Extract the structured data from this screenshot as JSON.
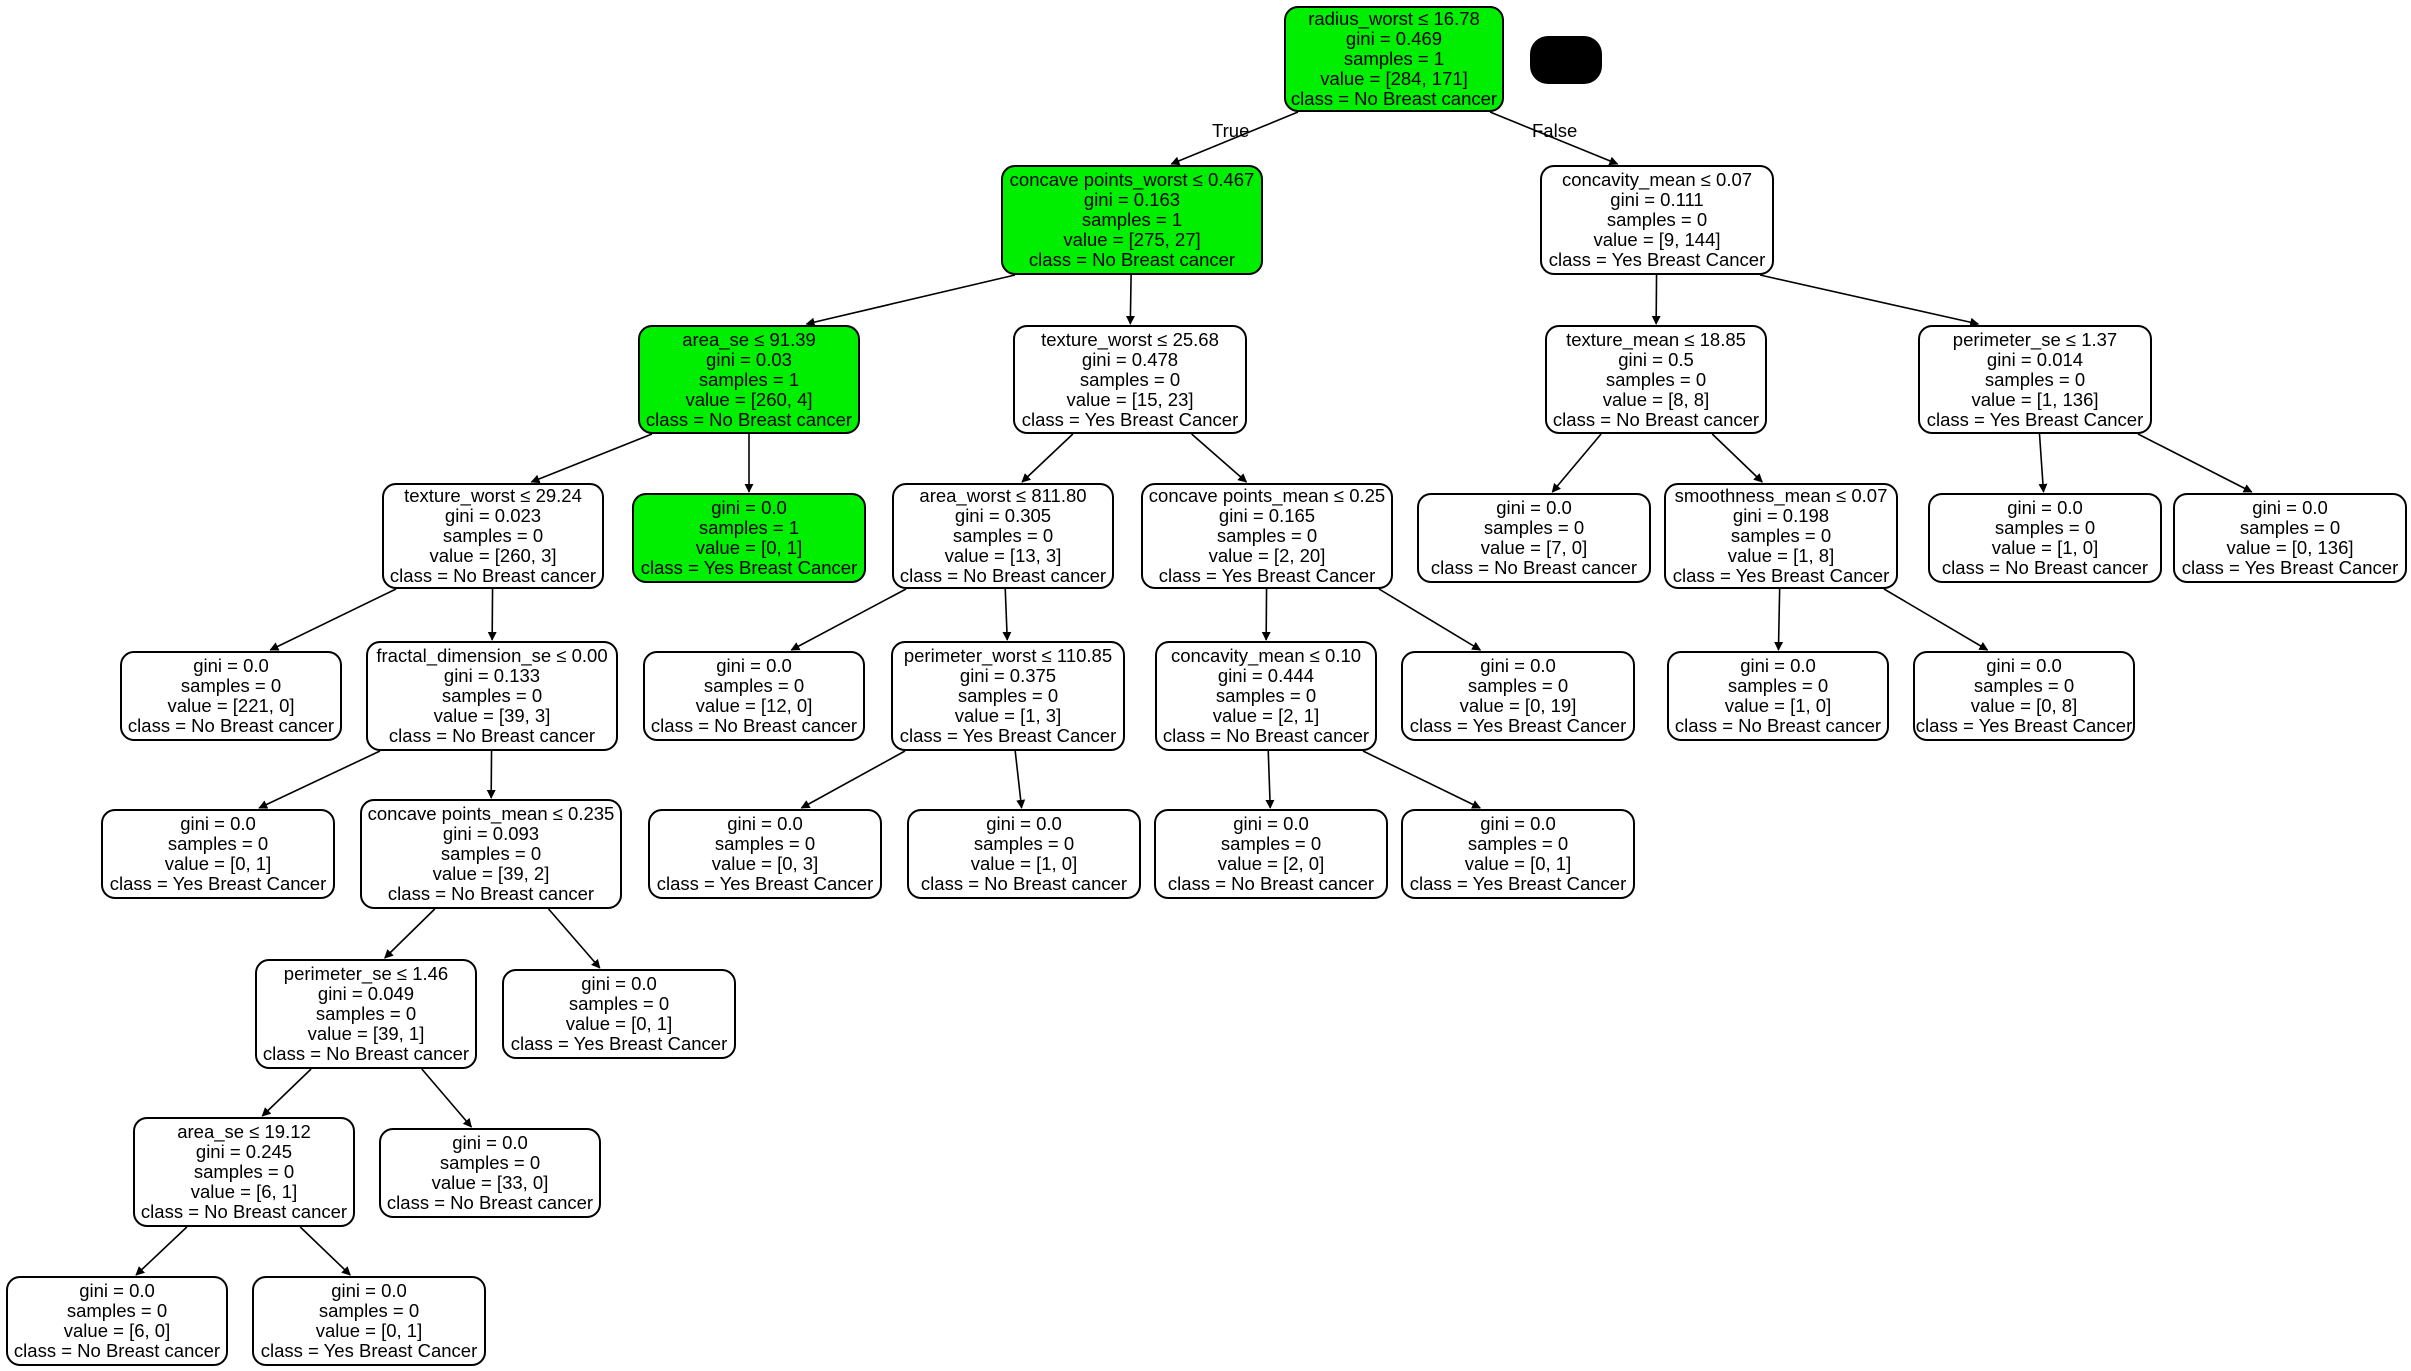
{
  "edge_labels": {
    "true_label": "True",
    "false_label": "False"
  },
  "nodes": [
    {
      "id": "n0",
      "lines": [
        "radius_worst ≤ 16.78",
        "gini = 0.469",
        "samples = 1",
        "value = [284, 171]",
        "class = No Breast cancer"
      ],
      "fill": "#00ee00"
    },
    {
      "id": "n1",
      "lines": [
        "concave points_worst ≤ 0.467",
        "gini = 0.163",
        "samples = 1",
        "value = [275, 27]",
        "class = No Breast cancer"
      ],
      "fill": "#00ee00"
    },
    {
      "id": "n2",
      "lines": [
        "concavity_mean ≤ 0.07",
        "gini = 0.111",
        "samples = 0",
        "value = [9, 144]",
        "class = Yes Breast Cancer"
      ],
      "fill": "#ffffff"
    },
    {
      "id": "n3",
      "lines": [
        "area_se ≤ 91.39",
        "gini = 0.03",
        "samples = 1",
        "value = [260, 4]",
        "class = No Breast cancer"
      ],
      "fill": "#00ee00"
    },
    {
      "id": "n4",
      "lines": [
        "texture_worst ≤ 25.68",
        "gini = 0.478",
        "samples = 0",
        "value = [15, 23]",
        "class = Yes Breast Cancer"
      ],
      "fill": "#ffffff"
    },
    {
      "id": "n5",
      "lines": [
        "texture_mean ≤ 18.85",
        "gini = 0.5",
        "samples = 0",
        "value = [8, 8]",
        "class = No Breast cancer"
      ],
      "fill": "#ffffff"
    },
    {
      "id": "n6",
      "lines": [
        "perimeter_se ≤ 1.37",
        "gini = 0.014",
        "samples = 0",
        "value = [1, 136]",
        "class = Yes Breast Cancer"
      ],
      "fill": "#ffffff"
    },
    {
      "id": "n7",
      "lines": [
        "texture_worst ≤ 29.24",
        "gini = 0.023",
        "samples = 0",
        "value = [260, 3]",
        "class = No Breast cancer"
      ],
      "fill": "#ffffff"
    },
    {
      "id": "n8",
      "lines": [
        "gini = 0.0",
        "samples = 1",
        "value = [0, 1]",
        "class = Yes Breast Cancer"
      ],
      "fill": "#00ee00"
    },
    {
      "id": "n9",
      "lines": [
        "area_worst ≤ 811.80",
        "gini = 0.305",
        "samples = 0",
        "value = [13, 3]",
        "class = No Breast cancer"
      ],
      "fill": "#ffffff"
    },
    {
      "id": "n10",
      "lines": [
        "concave points_mean ≤ 0.25",
        "gini = 0.165",
        "samples = 0",
        "value = [2, 20]",
        "class = Yes Breast Cancer"
      ],
      "fill": "#ffffff"
    },
    {
      "id": "n11",
      "lines": [
        "gini = 0.0",
        "samples = 0",
        "value = [7, 0]",
        "class = No Breast cancer"
      ],
      "fill": "#ffffff"
    },
    {
      "id": "n12",
      "lines": [
        "smoothness_mean ≤ 0.07",
        "gini = 0.198",
        "samples = 0",
        "value = [1, 8]",
        "class = Yes Breast Cancer"
      ],
      "fill": "#ffffff"
    },
    {
      "id": "n13",
      "lines": [
        "gini = 0.0",
        "samples = 0",
        "value = [1, 0]",
        "class = No Breast cancer"
      ],
      "fill": "#ffffff"
    },
    {
      "id": "n14",
      "lines": [
        "gini = 0.0",
        "samples = 0",
        "value = [0, 136]",
        "class = Yes Breast Cancer"
      ],
      "fill": "#ffffff"
    },
    {
      "id": "n15",
      "lines": [
        "gini = 0.0",
        "samples = 0",
        "value = [221, 0]",
        "class = No Breast cancer"
      ],
      "fill": "#ffffff"
    },
    {
      "id": "n16",
      "lines": [
        "fractal_dimension_se ≤ 0.00",
        "gini = 0.133",
        "samples = 0",
        "value = [39, 3]",
        "class = No Breast cancer"
      ],
      "fill": "#ffffff"
    },
    {
      "id": "n17",
      "lines": [
        "gini = 0.0",
        "samples = 0",
        "value = [12, 0]",
        "class = No Breast cancer"
      ],
      "fill": "#ffffff"
    },
    {
      "id": "n18",
      "lines": [
        "perimeter_worst ≤ 110.85",
        "gini = 0.375",
        "samples = 0",
        "value = [1, 3]",
        "class = Yes Breast Cancer"
      ],
      "fill": "#ffffff"
    },
    {
      "id": "n19",
      "lines": [
        "concavity_mean ≤ 0.10",
        "gini = 0.444",
        "samples = 0",
        "value = [2, 1]",
        "class = No Breast cancer"
      ],
      "fill": "#ffffff"
    },
    {
      "id": "n20",
      "lines": [
        "gini = 0.0",
        "samples = 0",
        "value = [0, 19]",
        "class = Yes Breast Cancer"
      ],
      "fill": "#ffffff"
    },
    {
      "id": "n21",
      "lines": [
        "gini = 0.0",
        "samples = 0",
        "value = [1, 0]",
        "class = No Breast cancer"
      ],
      "fill": "#ffffff"
    },
    {
      "id": "n22",
      "lines": [
        "gini = 0.0",
        "samples = 0",
        "value = [0, 8]",
        "class = Yes Breast Cancer"
      ],
      "fill": "#ffffff"
    },
    {
      "id": "n23",
      "lines": [
        "gini = 0.0",
        "samples = 0",
        "value = [0, 1]",
        "class = Yes Breast Cancer"
      ],
      "fill": "#ffffff"
    },
    {
      "id": "n24",
      "lines": [
        "concave points_mean ≤ 0.235",
        "gini = 0.093",
        "samples = 0",
        "value = [39, 2]",
        "class = No Breast cancer"
      ],
      "fill": "#ffffff"
    },
    {
      "id": "n25",
      "lines": [
        "gini = 0.0",
        "samples = 0",
        "value = [0, 3]",
        "class = Yes Breast Cancer"
      ],
      "fill": "#ffffff"
    },
    {
      "id": "n26",
      "lines": [
        "gini = 0.0",
        "samples = 0",
        "value = [1, 0]",
        "class = No Breast cancer"
      ],
      "fill": "#ffffff"
    },
    {
      "id": "n27",
      "lines": [
        "gini = 0.0",
        "samples = 0",
        "value = [2, 0]",
        "class = No Breast cancer"
      ],
      "fill": "#ffffff"
    },
    {
      "id": "n28",
      "lines": [
        "gini = 0.0",
        "samples = 0",
        "value = [0, 1]",
        "class = Yes Breast Cancer"
      ],
      "fill": "#ffffff"
    },
    {
      "id": "n29",
      "lines": [
        "perimeter_se ≤ 1.46",
        "gini = 0.049",
        "samples = 0",
        "value = [39, 1]",
        "class = No Breast cancer"
      ],
      "fill": "#ffffff"
    },
    {
      "id": "n30",
      "lines": [
        "gini = 0.0",
        "samples = 0",
        "value = [0, 1]",
        "class = Yes Breast Cancer"
      ],
      "fill": "#ffffff"
    },
    {
      "id": "n31",
      "lines": [
        "area_se ≤ 19.12",
        "gini = 0.245",
        "samples = 0",
        "value = [6, 1]",
        "class = No Breast cancer"
      ],
      "fill": "#ffffff"
    },
    {
      "id": "n32",
      "lines": [
        "gini = 0.0",
        "samples = 0",
        "value = [33, 0]",
        "class = No Breast cancer"
      ],
      "fill": "#ffffff"
    },
    {
      "id": "n33",
      "lines": [
        "gini = 0.0",
        "samples = 0",
        "value = [6, 0]",
        "class = No Breast cancer"
      ],
      "fill": "#ffffff"
    },
    {
      "id": "n34",
      "lines": [
        "gini = 0.0",
        "samples = 0",
        "value = [0, 1]",
        "class = Yes Breast Cancer"
      ],
      "fill": "#ffffff"
    }
  ],
  "edges": [
    [
      "n0",
      "n1"
    ],
    [
      "n0",
      "n2"
    ],
    [
      "n1",
      "n3"
    ],
    [
      "n1",
      "n4"
    ],
    [
      "n2",
      "n5"
    ],
    [
      "n2",
      "n6"
    ],
    [
      "n3",
      "n7"
    ],
    [
      "n3",
      "n8"
    ],
    [
      "n4",
      "n9"
    ],
    [
      "n4",
      "n10"
    ],
    [
      "n5",
      "n11"
    ],
    [
      "n5",
      "n12"
    ],
    [
      "n6",
      "n13"
    ],
    [
      "n6",
      "n14"
    ],
    [
      "n7",
      "n15"
    ],
    [
      "n7",
      "n16"
    ],
    [
      "n9",
      "n17"
    ],
    [
      "n9",
      "n18"
    ],
    [
      "n10",
      "n19"
    ],
    [
      "n10",
      "n20"
    ],
    [
      "n12",
      "n21"
    ],
    [
      "n12",
      "n22"
    ],
    [
      "n16",
      "n23"
    ],
    [
      "n16",
      "n24"
    ],
    [
      "n18",
      "n25"
    ],
    [
      "n18",
      "n26"
    ],
    [
      "n19",
      "n27"
    ],
    [
      "n19",
      "n28"
    ],
    [
      "n24",
      "n29"
    ],
    [
      "n24",
      "n30"
    ],
    [
      "n29",
      "n31"
    ],
    [
      "n29",
      "n32"
    ],
    [
      "n31",
      "n33"
    ],
    [
      "n31",
      "n34"
    ]
  ]
}
